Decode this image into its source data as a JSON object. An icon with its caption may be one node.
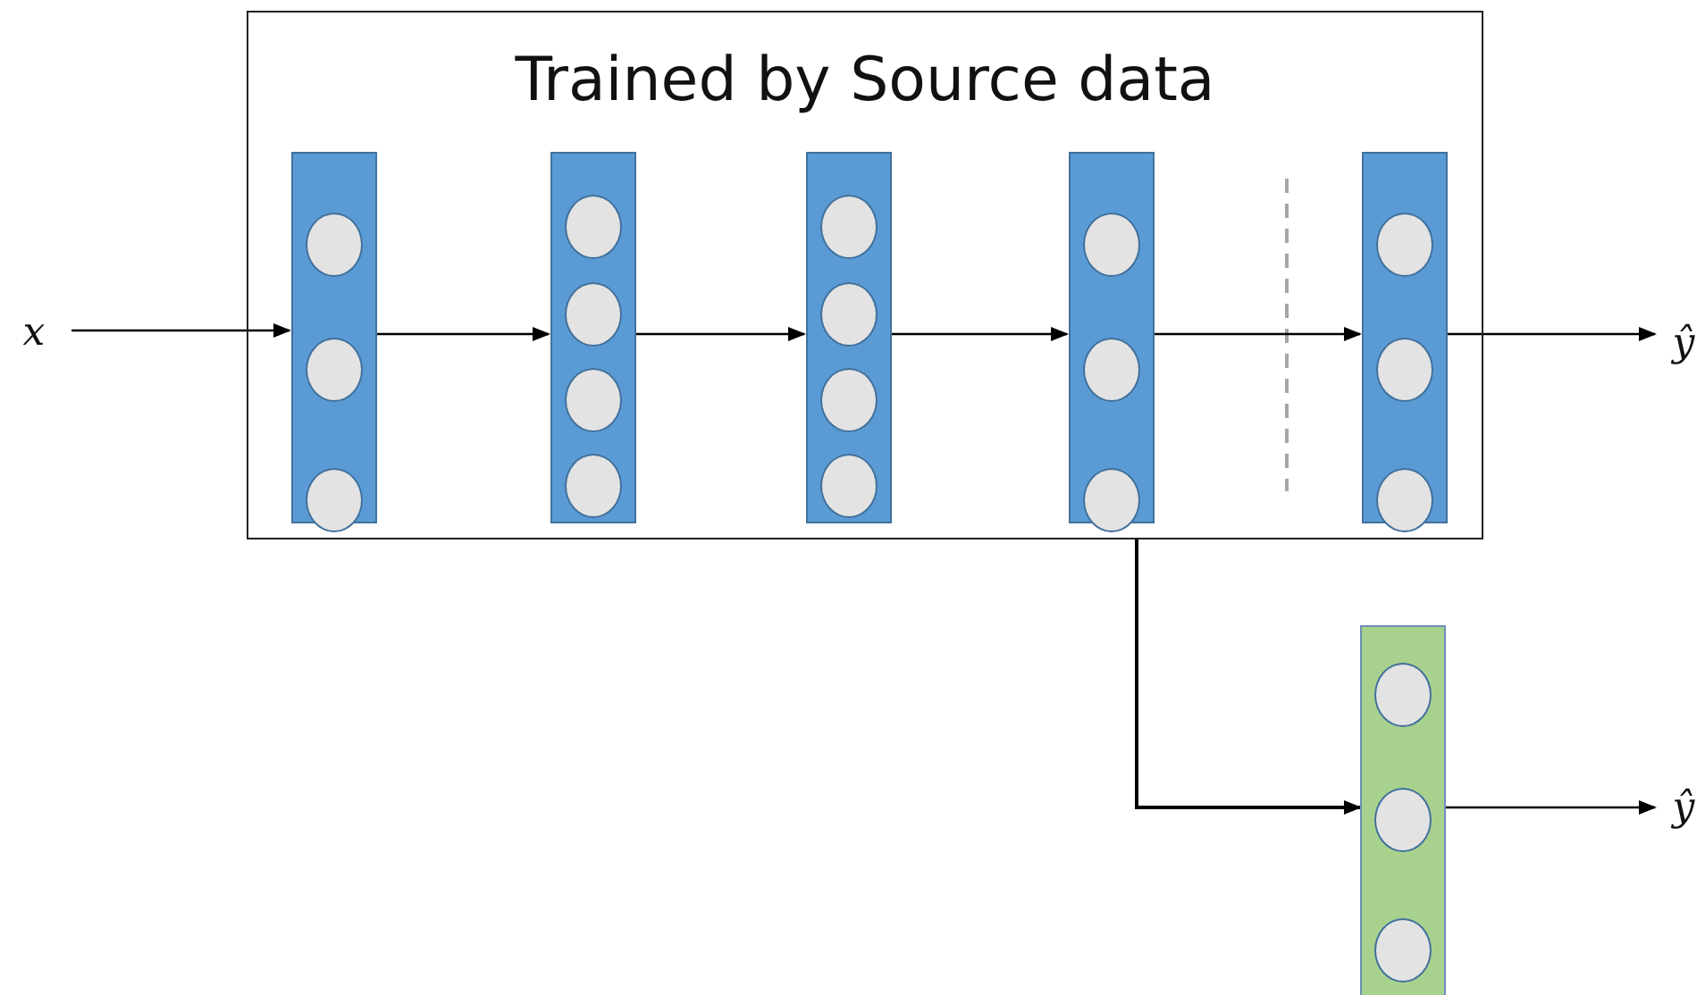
{
  "diagram": {
    "nodes": [
      {
        "text": [
          "Trained by Source data"
        ]
      },
      {
        "text": [
          "x"
        ]
      },
      {
        "text": [],
        "shape": "bar",
        "in": 0
      },
      {
        "text": [],
        "shape": "bar",
        "in": 0
      },
      {
        "text": [],
        "shape": "bar",
        "in": 0
      },
      {
        "text": [],
        "shape": "bar",
        "in": 0
      },
      {
        "text": [],
        "shape": "bar",
        "in": 0
      },
      {
        "text": [
          "ŷ"
        ]
      },
      {
        "text": [],
        "shape": "bar"
      },
      {
        "text": [
          "ŷ"
        ]
      }
    ],
    "edges": [
      {
        "from": 1,
        "to": 2,
        "arrow": "to"
      },
      {
        "from": 2,
        "to": 3,
        "arrow": "to"
      },
      {
        "from": 3,
        "to": 4,
        "arrow": "to"
      },
      {
        "from": 4,
        "to": 5,
        "arrow": "to"
      },
      {
        "from": 5,
        "to": 6,
        "arrow": "to"
      },
      {
        "from": 6,
        "to": 7,
        "arrow": "to"
      },
      {
        "from": 0,
        "to": 8,
        "arrow": "to"
      },
      {
        "from": 8,
        "to": 9,
        "arrow": "to"
      }
    ]
  }
}
